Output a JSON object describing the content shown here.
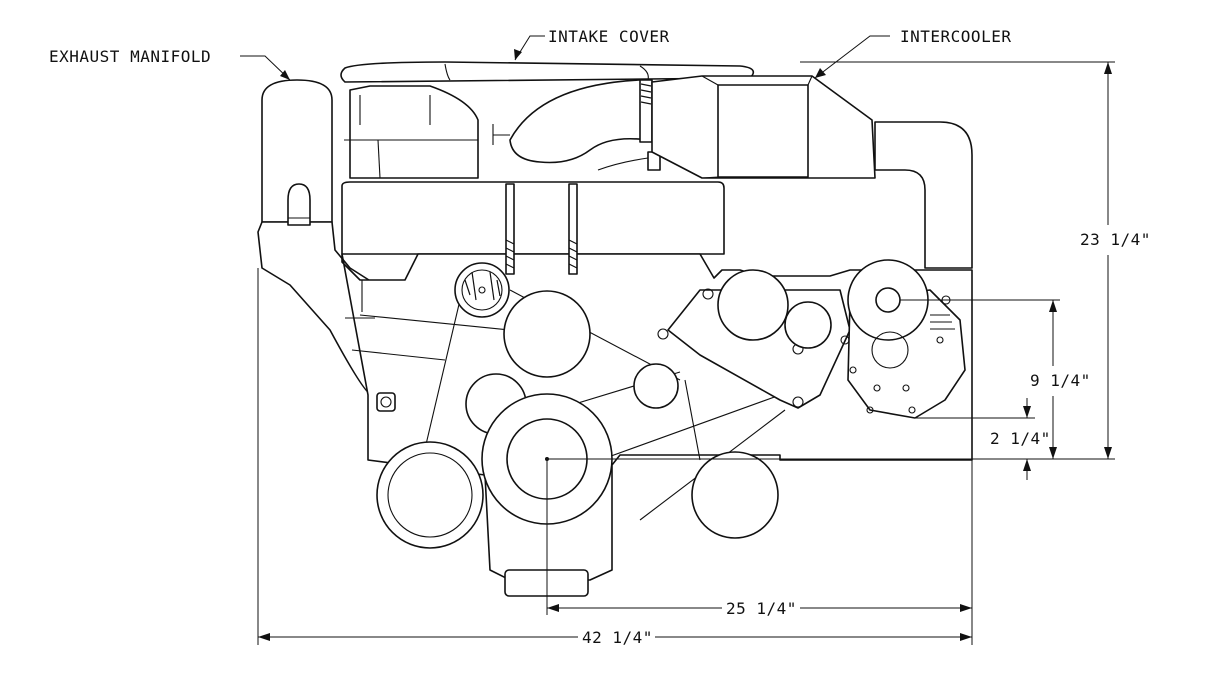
{
  "callouts": {
    "exhaust_manifold": "EXHAUST MANIFOLD",
    "intake_cover": "INTAKE COVER",
    "intercooler": "INTERCOOLER"
  },
  "dimensions": {
    "overall_height": "23 1/4\"",
    "pulley_height": "9 1/4\"",
    "lower_offset": "2 1/4\"",
    "crank_to_rear": "25 1/4\"",
    "overall_length": "42 1/4\""
  }
}
